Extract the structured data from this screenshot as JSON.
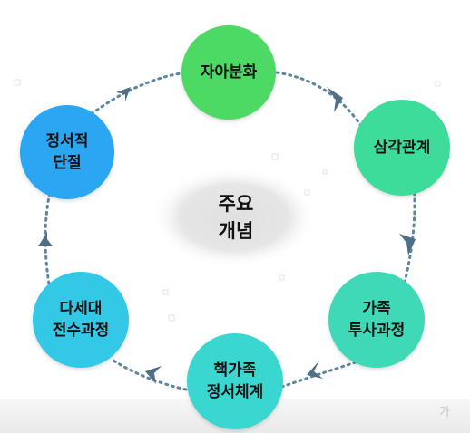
{
  "center": {
    "label": "주요\n개념"
  },
  "nodes": [
    {
      "id": "self-differentiation",
      "label": "자아분화",
      "color": "#4cd964"
    },
    {
      "id": "triangulation",
      "label": "삼각관계",
      "color": "#3ddc9a"
    },
    {
      "id": "family-projection",
      "label": "가족\n투사과정",
      "color": "#3fd9b8"
    },
    {
      "id": "nuclear-family",
      "label": "핵가족\n정서체계",
      "color": "#3ad6d0"
    },
    {
      "id": "multigenerational",
      "label": "다세대\n전수과정",
      "color": "#33c9e6"
    },
    {
      "id": "emotional-cutoff",
      "label": "정서적\n단절",
      "color": "#2aa6f2"
    }
  ],
  "colors": {
    "connector": "#5f86a0",
    "arrow": "#4f6f86",
    "center_blob": "#d9d9d9"
  },
  "watermark": "가"
}
